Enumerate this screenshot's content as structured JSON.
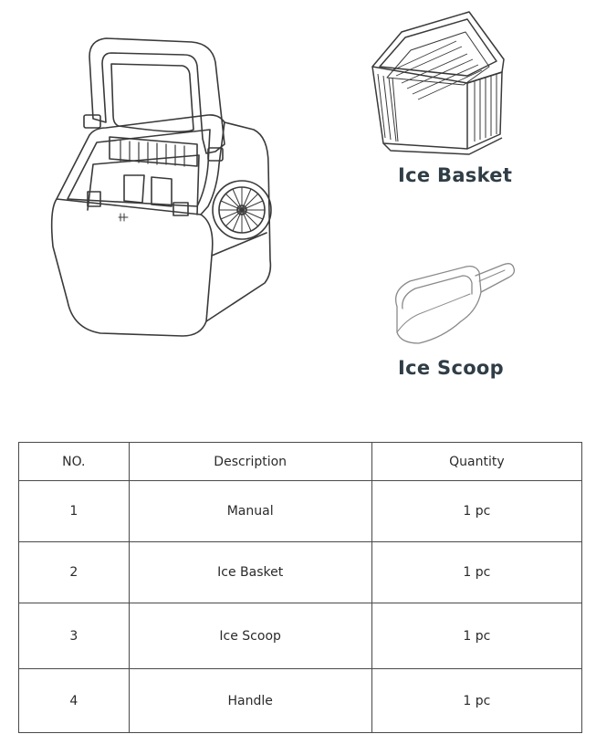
{
  "captions": {
    "ice_basket": "Ice Basket",
    "ice_scoop": "Ice Scoop"
  },
  "table": {
    "headers": {
      "no": "NO.",
      "description": "Description",
      "quantity": "Quantity"
    },
    "rows": [
      {
        "no": "1",
        "description": "Manual",
        "quantity": "1 pc"
      },
      {
        "no": "2",
        "description": "Ice Basket",
        "quantity": "1 pc"
      },
      {
        "no": "3",
        "description": "Ice Scoop",
        "quantity": "1 pc"
      },
      {
        "no": "4",
        "description": "Handle",
        "quantity": "1 pc"
      }
    ]
  },
  "colors": {
    "line_art": "#3a3a3a",
    "caption_text": "#2f3d46",
    "table_border": "#4a4a4a"
  }
}
